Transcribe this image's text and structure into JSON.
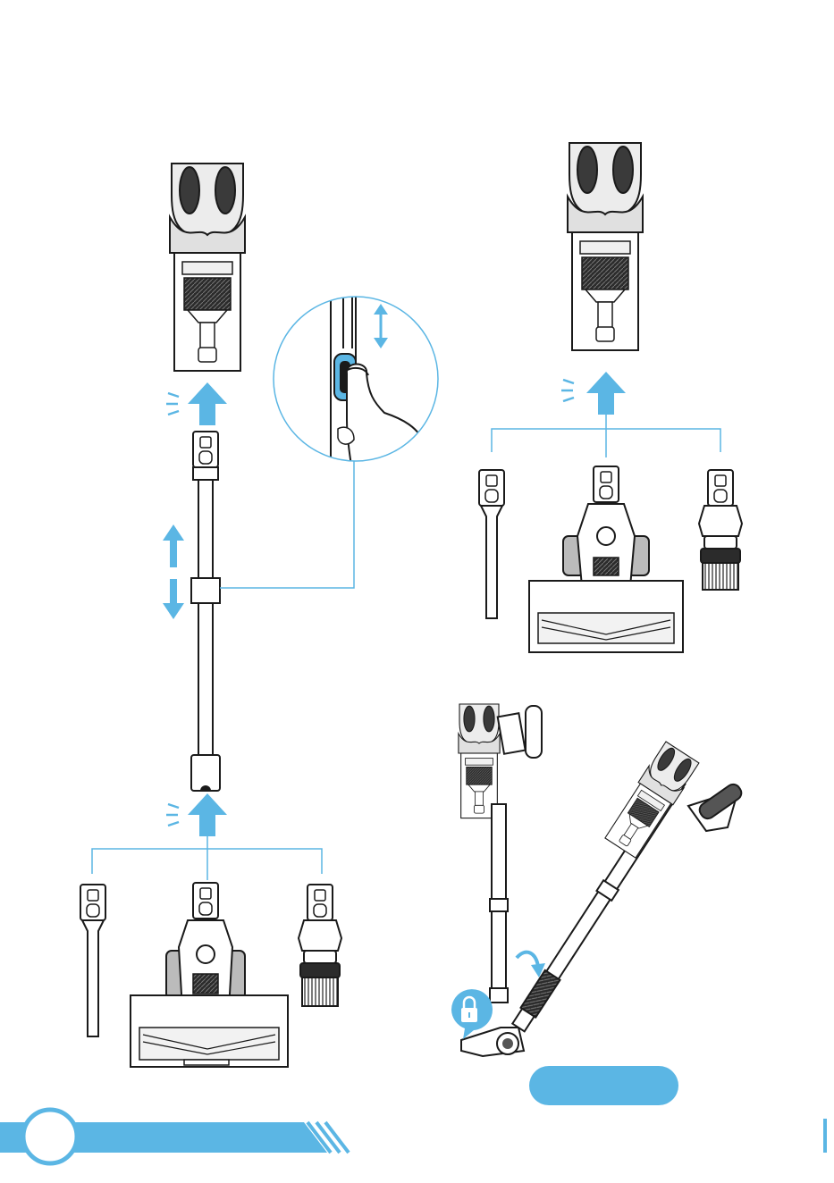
{
  "page": {
    "number": "",
    "illustrations": [
      {
        "name": "vacuum-main-body",
        "interactable": false
      },
      {
        "name": "extension-tube",
        "interactable": false
      },
      {
        "name": "tube-release-button-zoom",
        "interactable": false
      },
      {
        "name": "crevice-tool",
        "interactable": false
      },
      {
        "name": "floor-brush-head",
        "interactable": false
      },
      {
        "name": "dusting-brush",
        "interactable": false
      },
      {
        "name": "standing-storage-demo",
        "interactable": false
      }
    ],
    "icons": [
      "arrow-up-icon",
      "arrow-down-icon",
      "double-arrow-icon",
      "curved-arrow-icon",
      "lock-icon",
      "motion-lines-icon"
    ],
    "colors": {
      "accent": "#5bb6e4",
      "line": "#1a1a1a",
      "grey": "#d8d8d8",
      "dark": "#555555"
    },
    "pill_label": ""
  }
}
